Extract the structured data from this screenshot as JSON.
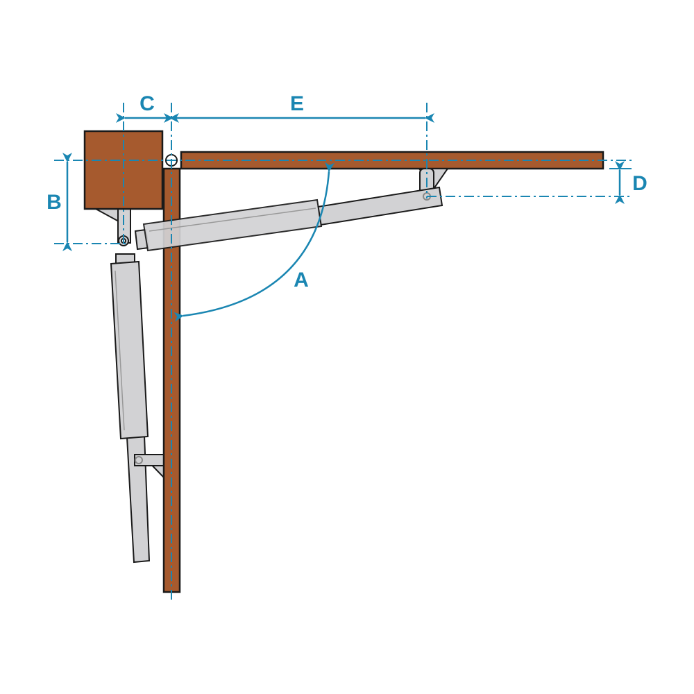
{
  "labels": {
    "a": "A",
    "b": "B",
    "c": "C",
    "d": "D",
    "e": "E"
  },
  "colors": {
    "wood": "#a65a2e",
    "dimension": "#1a86b2",
    "metal": "#d2d2d4",
    "outline": "#1a1a1a"
  }
}
